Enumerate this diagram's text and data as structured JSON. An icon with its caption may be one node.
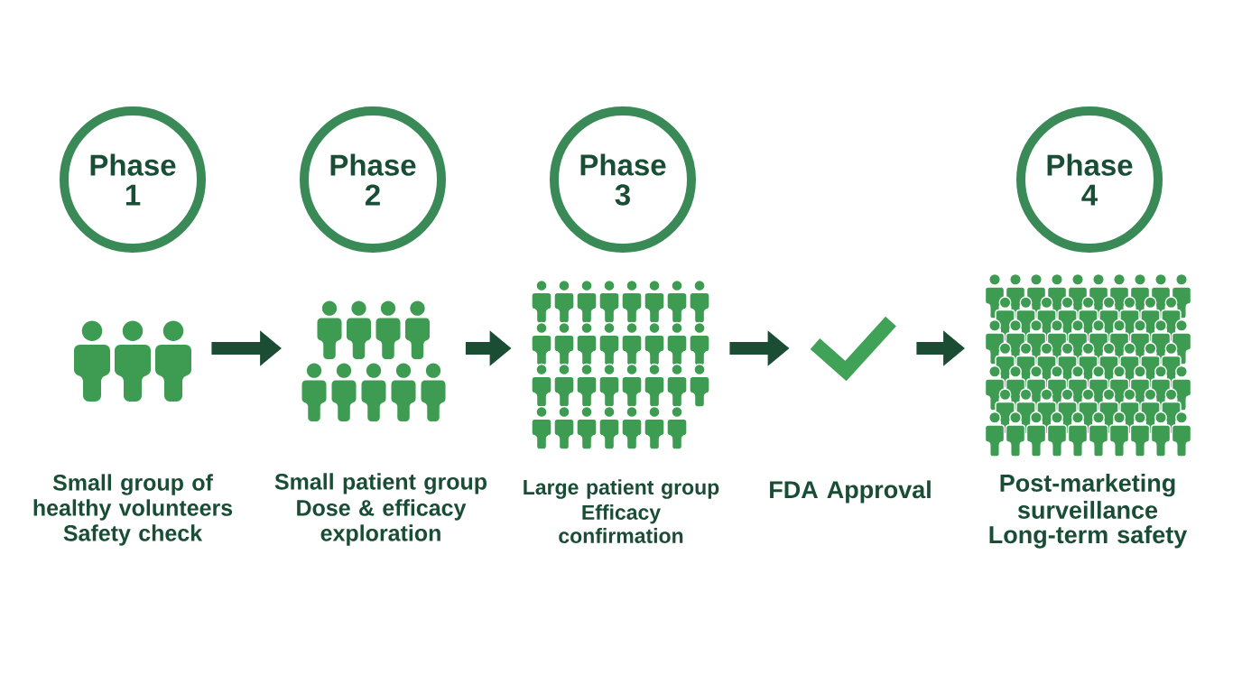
{
  "diagram": {
    "nodes": [
      {
        "text": [
          "Phase 1"
        ]
      },
      {
        "text": [
          "Phase 2"
        ]
      },
      {
        "text": [
          "Phase 3"
        ]
      },
      {
        "text": [
          "Phase 4"
        ]
      },
      {
        "text": [],
        "shape": "picture",
        "beside": [
          "Small group of healthy volunteers",
          "Safety check"
        ]
      },
      {
        "text": [],
        "shape": "picture",
        "beside": [
          "Small patient group",
          "Dose & efficacy exploration"
        ]
      },
      {
        "text": [],
        "shape": "picture",
        "beside": [
          "Large patient group",
          "Efficacy confirmation"
        ]
      },
      {
        "text": [],
        "shape": "picture"
      },
      {
        "text": [],
        "shape": "picture",
        "beside": [
          "Post-marketing surveillance",
          "Long-term safety"
        ]
      }
    ],
    "edges": [
      {
        "from": 4,
        "to": 5,
        "arrow": "to"
      },
      {
        "from": 5,
        "to": 6,
        "arrow": "to"
      },
      {
        "from": 6,
        "to": 7,
        "arrow": "to"
      },
      {
        "from": 7,
        "to": 8,
        "arrow": "to"
      }
    ],
    "labels": [
      "FDA Approval"
    ]
  }
}
